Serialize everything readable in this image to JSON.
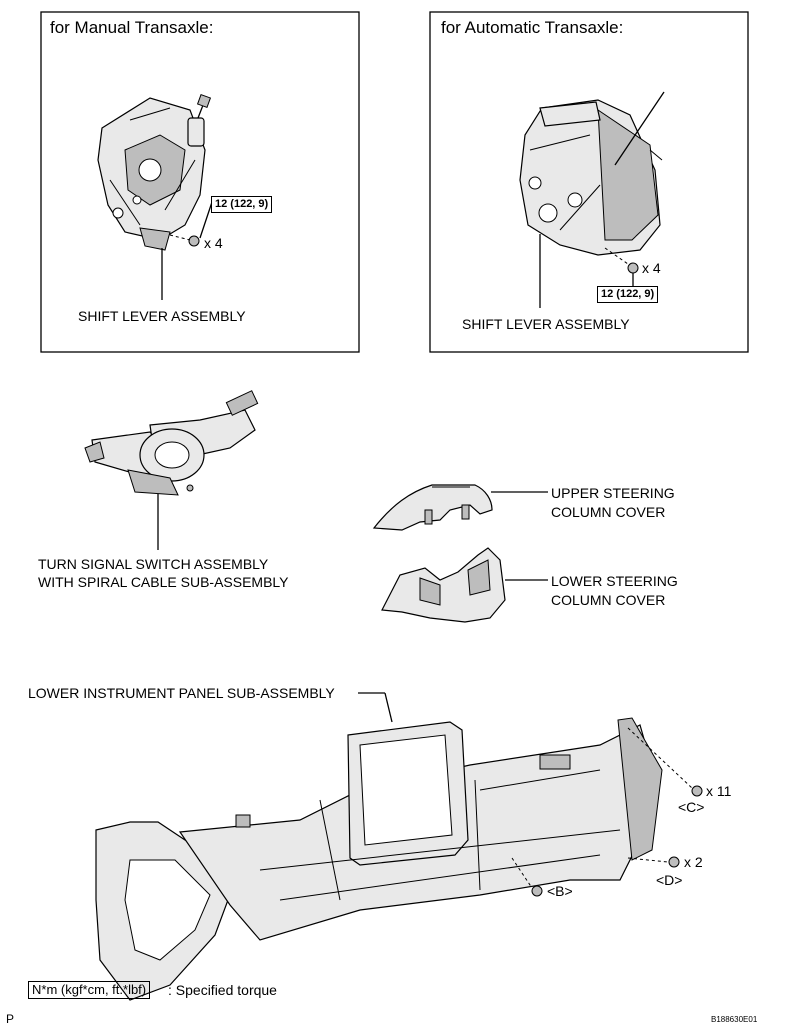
{
  "manual_panel": {
    "title": "for Manual Transaxle:",
    "torque": "12 (122, 9)",
    "qty": "x 4",
    "part_label": "SHIFT LEVER ASSEMBLY"
  },
  "auto_panel": {
    "title": "for Automatic Transaxle:",
    "torque": "12 (122, 9)",
    "qty": "x 4",
    "part_label": "SHIFT LEVER ASSEMBLY"
  },
  "turn_signal": {
    "line1": "TURN SIGNAL SWITCH ASSEMBLY",
    "line2": "WITH SPIRAL CABLE SUB-ASSEMBLY"
  },
  "upper_cover": {
    "line1": "UPPER STEERING",
    "line2": "COLUMN COVER"
  },
  "lower_cover": {
    "line1": "LOWER STEERING",
    "line2": "COLUMN COVER"
  },
  "instrument_panel": {
    "label": "LOWER INSTRUMENT PANEL SUB-ASSEMBLY",
    "fastener_c_qty": "x 11",
    "fastener_c_label": "<C>",
    "fastener_d_qty": "x 2",
    "fastener_d_label": "<D>",
    "fastener_b_label": "<B>"
  },
  "legend": {
    "box": "N*m (kgf*cm, ft.*lbf)",
    "text": ": Specified torque"
  },
  "page_letter": "P",
  "figure_id": "B188630E01"
}
